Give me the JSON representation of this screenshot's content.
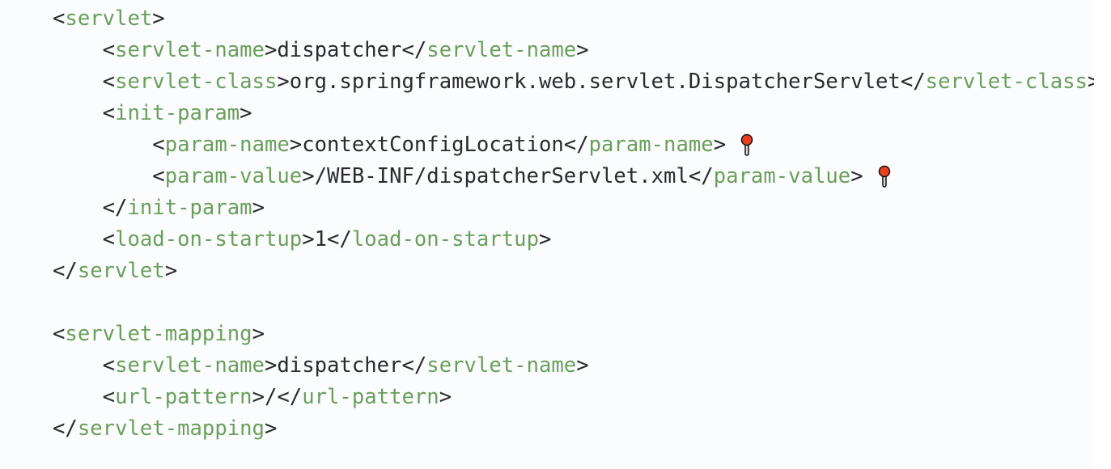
{
  "code": {
    "accent_tag_color": "#6a9f5a",
    "text_color": "#2b2b2b",
    "lines": [
      {
        "indent": 0,
        "tokens": [
          [
            "p",
            "<"
          ],
          [
            "t",
            "servlet"
          ],
          [
            "p",
            ">"
          ]
        ]
      },
      {
        "indent": 1,
        "tokens": [
          [
            "p",
            "<"
          ],
          [
            "t",
            "servlet-name"
          ],
          [
            "p",
            ">dispatcher</"
          ],
          [
            "t",
            "servlet-name"
          ],
          [
            "p",
            ">"
          ]
        ]
      },
      {
        "indent": 1,
        "tokens": [
          [
            "p",
            "<"
          ],
          [
            "t",
            "servlet-class"
          ],
          [
            "p",
            ">org.springframework.web.servlet.DispatcherServlet</"
          ],
          [
            "t",
            "servlet-class"
          ],
          [
            "p",
            ">"
          ]
        ]
      },
      {
        "indent": 1,
        "tokens": [
          [
            "p",
            "<"
          ],
          [
            "t",
            "init-param"
          ],
          [
            "p",
            ">"
          ]
        ]
      },
      {
        "indent": 2,
        "tokens": [
          [
            "p",
            "<"
          ],
          [
            "t",
            "param-name"
          ],
          [
            "p",
            ">contextConfigLocation</"
          ],
          [
            "t",
            "param-name"
          ],
          [
            "p",
            ">"
          ]
        ],
        "pin": "pushpin-icon"
      },
      {
        "indent": 2,
        "tokens": [
          [
            "p",
            "<"
          ],
          [
            "t",
            "param-value"
          ],
          [
            "p",
            ">/WEB-INF/dispatcherServlet.xml</"
          ],
          [
            "t",
            "param-value"
          ],
          [
            "p",
            ">"
          ]
        ],
        "pin": "pushpin-icon"
      },
      {
        "indent": 1,
        "tokens": [
          [
            "p",
            "</"
          ],
          [
            "t",
            "init-param"
          ],
          [
            "p",
            ">"
          ]
        ]
      },
      {
        "indent": 1,
        "tokens": [
          [
            "p",
            "<"
          ],
          [
            "t",
            "load-on-startup"
          ],
          [
            "p",
            ">1</"
          ],
          [
            "t",
            "load-on-startup"
          ],
          [
            "p",
            ">"
          ]
        ]
      },
      {
        "indent": 0,
        "tokens": [
          [
            "p",
            "</"
          ],
          [
            "t",
            "servlet"
          ],
          [
            "p",
            ">"
          ]
        ]
      },
      {
        "indent": 0,
        "tokens": []
      },
      {
        "indent": 0,
        "tokens": [
          [
            "p",
            "<"
          ],
          [
            "t",
            "servlet-mapping"
          ],
          [
            "p",
            ">"
          ]
        ]
      },
      {
        "indent": 1,
        "tokens": [
          [
            "p",
            "<"
          ],
          [
            "t",
            "servlet-name"
          ],
          [
            "p",
            ">dispatcher</"
          ],
          [
            "t",
            "servlet-name"
          ],
          [
            "p",
            ">"
          ]
        ]
      },
      {
        "indent": 1,
        "tokens": [
          [
            "p",
            "<"
          ],
          [
            "t",
            "url-pattern"
          ],
          [
            "p",
            ">/</"
          ],
          [
            "t",
            "url-pattern"
          ],
          [
            "p",
            ">"
          ]
        ]
      },
      {
        "indent": 0,
        "tokens": [
          [
            "p",
            "</"
          ],
          [
            "t",
            "servlet-mapping"
          ],
          [
            "p",
            ">"
          ]
        ]
      }
    ]
  }
}
